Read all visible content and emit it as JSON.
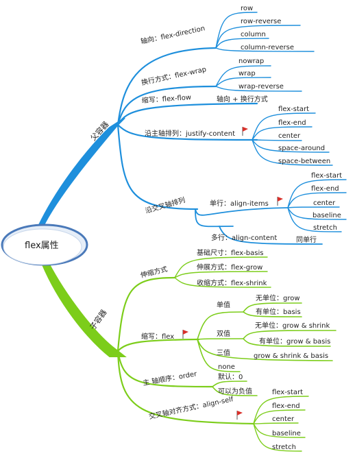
{
  "root": {
    "label": "flex属性"
  },
  "colors": {
    "parent": "#1e8fdc",
    "child": "#7ccd1a",
    "flag": "#d9302a",
    "root_ring": "#4a79b9"
  },
  "parent_container": {
    "label": "父容器",
    "direction": {
      "label": "轴向：flex-direction",
      "values": [
        "row",
        "row-reverse",
        "column",
        "column-reverse"
      ]
    },
    "wrap": {
      "label": "换行方式：flex-wrap",
      "values": [
        "nowrap",
        "wrap",
        "wrap-reverse"
      ]
    },
    "flow": {
      "label": "缩写：flex-flow",
      "value": "轴向 + 换行方式"
    },
    "justify": {
      "label": "沿主轴排列：justify-content",
      "flag": true,
      "values": [
        "flex-start",
        "flex-end",
        "center",
        "space-around",
        "space-between"
      ]
    },
    "cross": {
      "label": "沿交叉轴排列",
      "align_items": {
        "label": "单行：align-items",
        "flag": true,
        "values": [
          "flex-start",
          "flex-end",
          "center",
          "baseline",
          "stretch"
        ]
      },
      "align_content": {
        "label": "多行：align-content",
        "value": "同单行"
      }
    }
  },
  "child_container": {
    "label": "子容器",
    "grow_shrink": {
      "label": "伸缩方式",
      "items": [
        "基础尺寸：flex-basis",
        "伸展方式：flex-grow",
        "收缩方式：flex-shrink"
      ]
    },
    "flex": {
      "label": "缩写：flex",
      "flag": true,
      "single": {
        "label": "单值",
        "items": [
          "无单位：grow",
          "有单位：basis"
        ]
      },
      "double": {
        "label": "双值",
        "items": [
          "无单位：grow & shrink",
          "有单位：grow & basis"
        ]
      },
      "triple": {
        "label": "三值",
        "value": "grow & shrink & basis"
      },
      "none": "none"
    },
    "order": {
      "label": "主 轴顺序：order",
      "values": [
        "默认：0",
        "可以为负值"
      ]
    },
    "align_self": {
      "label": "交叉轴对齐方式：align-self",
      "flag": true,
      "values": [
        "flex-start",
        "flex-end",
        "center",
        "baseline",
        "stretch"
      ]
    }
  }
}
